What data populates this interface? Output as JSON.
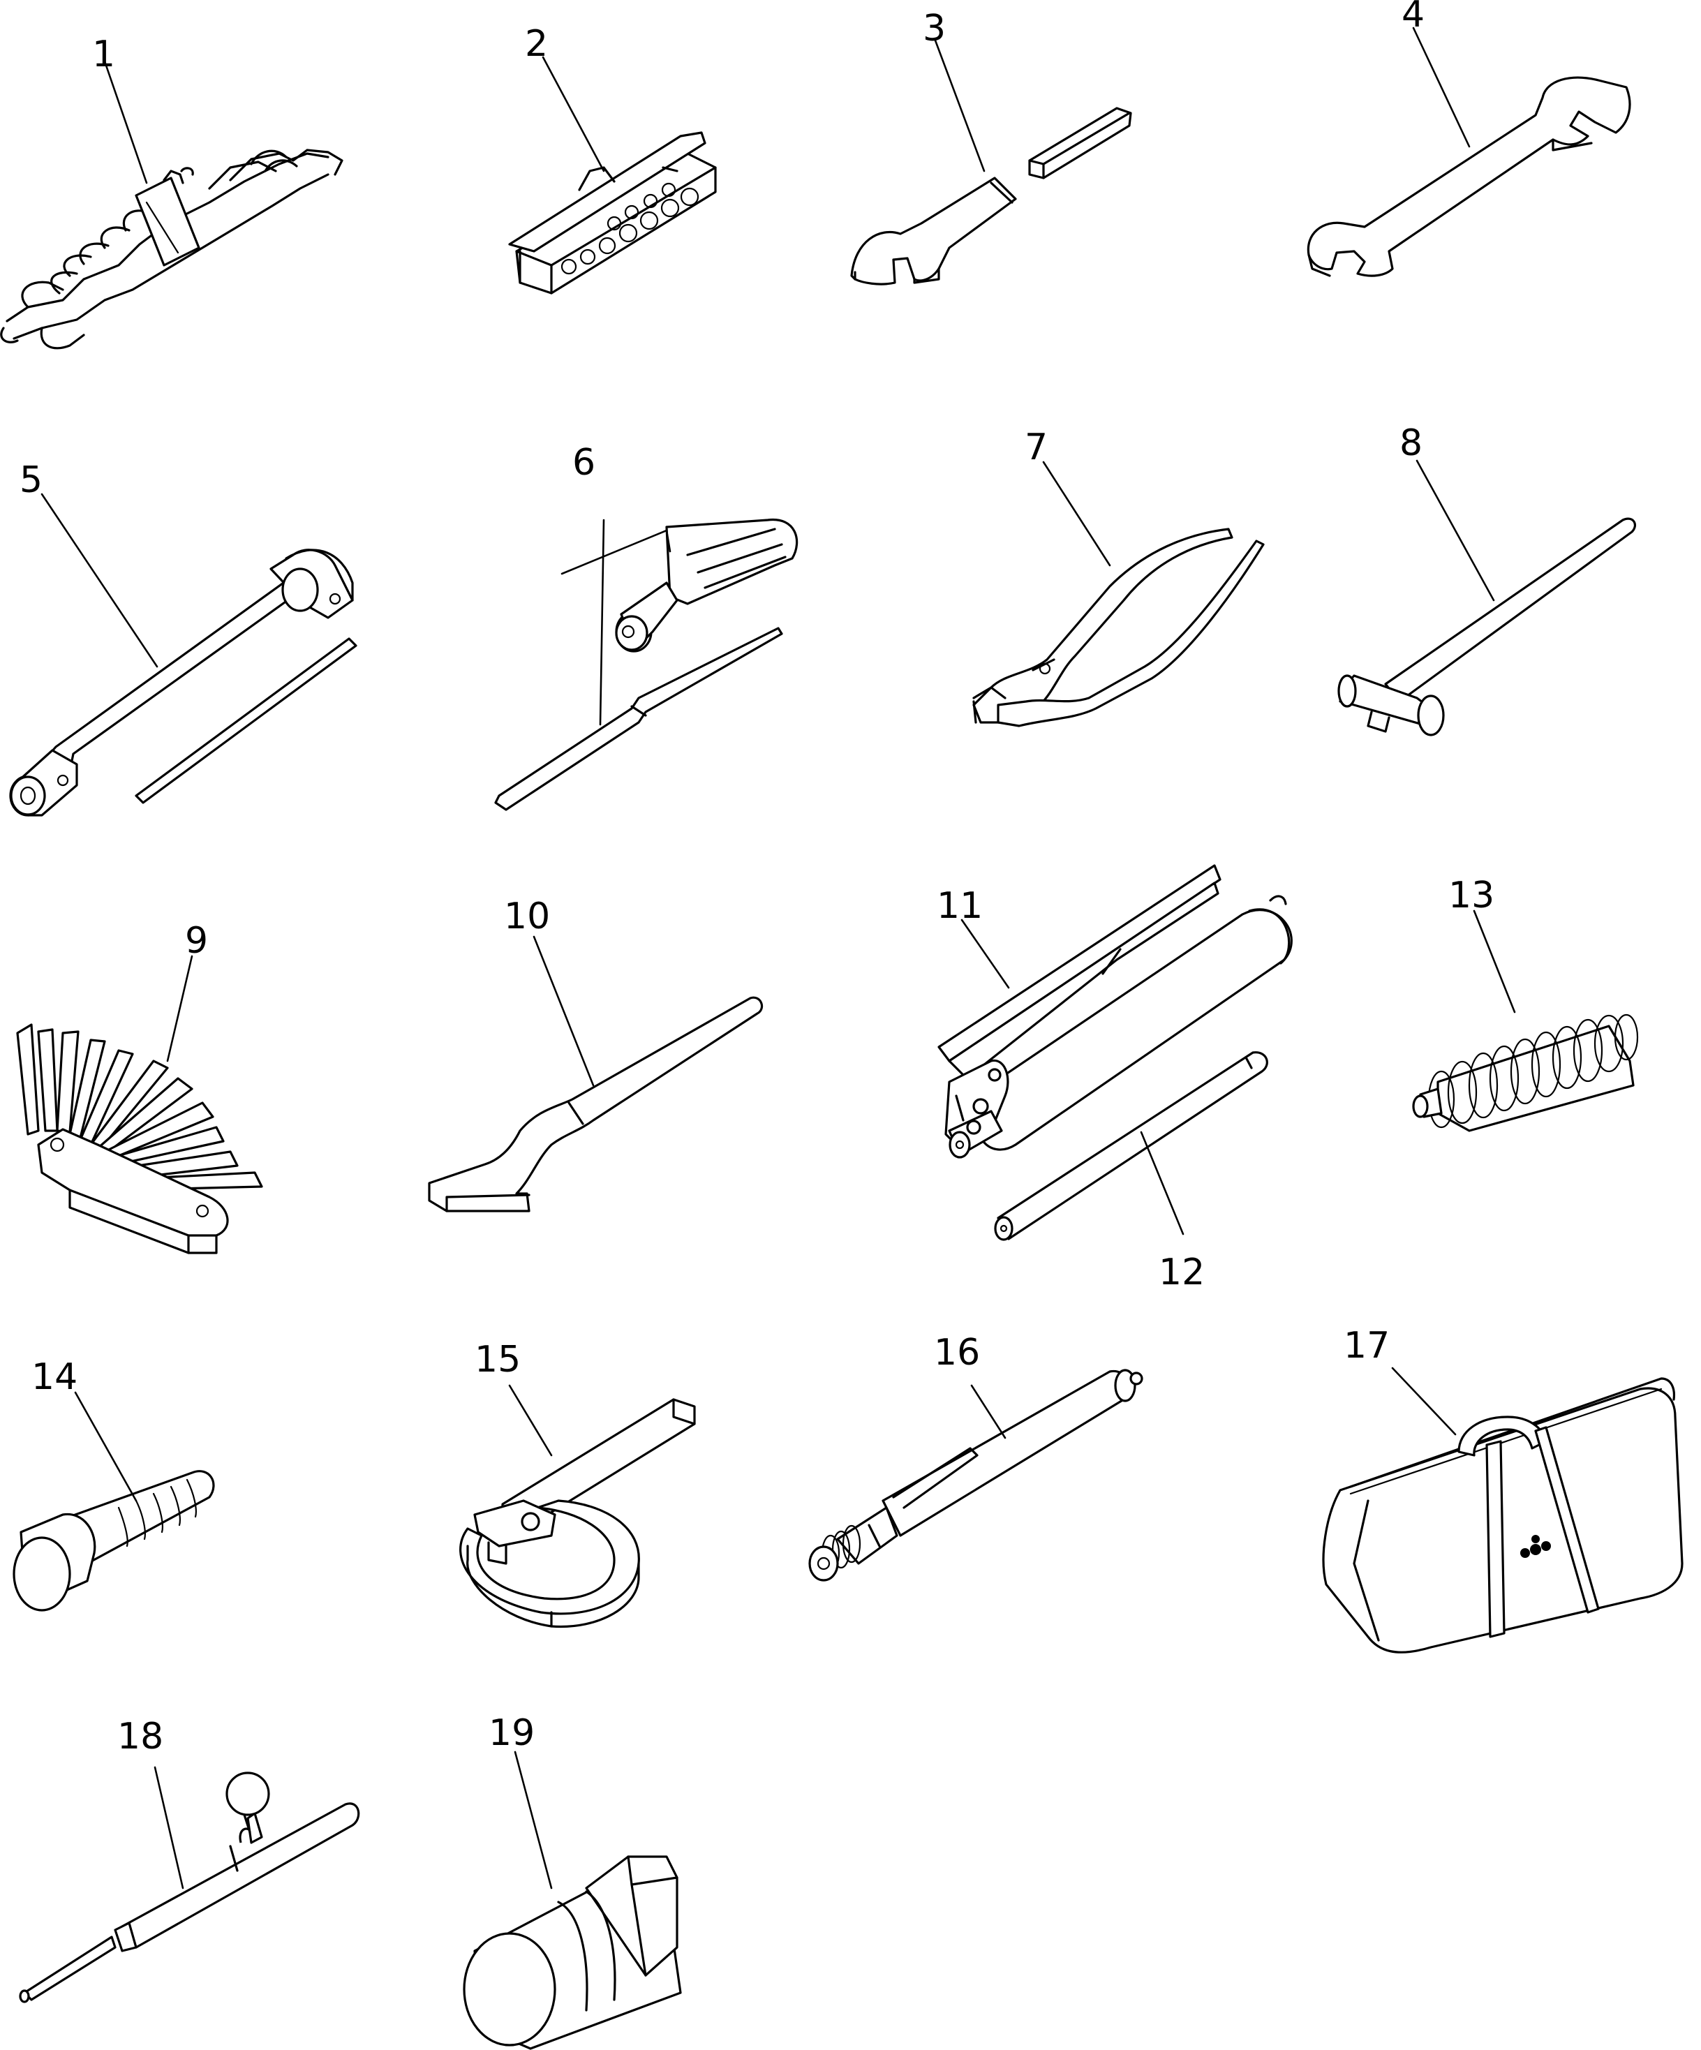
{
  "callouts": [
    {
      "id": "1",
      "label": "1"
    },
    {
      "id": "2",
      "label": "2"
    },
    {
      "id": "3",
      "label": "3"
    },
    {
      "id": "4",
      "label": "4"
    },
    {
      "id": "5",
      "label": "5"
    },
    {
      "id": "6",
      "label": "6"
    },
    {
      "id": "7",
      "label": "7"
    },
    {
      "id": "8",
      "label": "8"
    },
    {
      "id": "9",
      "label": "9"
    },
    {
      "id": "10",
      "label": "10"
    },
    {
      "id": "11",
      "label": "11"
    },
    {
      "id": "12",
      "label": "12"
    },
    {
      "id": "13",
      "label": "13"
    },
    {
      "id": "14",
      "label": "14"
    },
    {
      "id": "15",
      "label": "15"
    },
    {
      "id": "16",
      "label": "16"
    },
    {
      "id": "17",
      "label": "17"
    },
    {
      "id": "18",
      "label": "18"
    },
    {
      "id": "19",
      "label": "19"
    }
  ],
  "icons": [
    "wrench-set-icon",
    "socket-set-box-icon",
    "wrench-with-bar-icon",
    "double-open-end-wrench-icon",
    "box-wrench-with-bar-icon",
    "screwdriver-icon",
    "pliers-icon",
    "hammer-icon",
    "feeler-gauge-icon",
    "hook-wrench-icon",
    "grease-gun-icon",
    "grease-nozzle-tube-icon",
    "spring-icon",
    "bolt-icon",
    "filter-wrench-icon",
    "tire-gauge-icon",
    "tool-bag-icon",
    "probe-tool-icon",
    "cylinder-part-icon"
  ],
  "colors": {
    "line": "#000000",
    "background": "#ffffff"
  }
}
